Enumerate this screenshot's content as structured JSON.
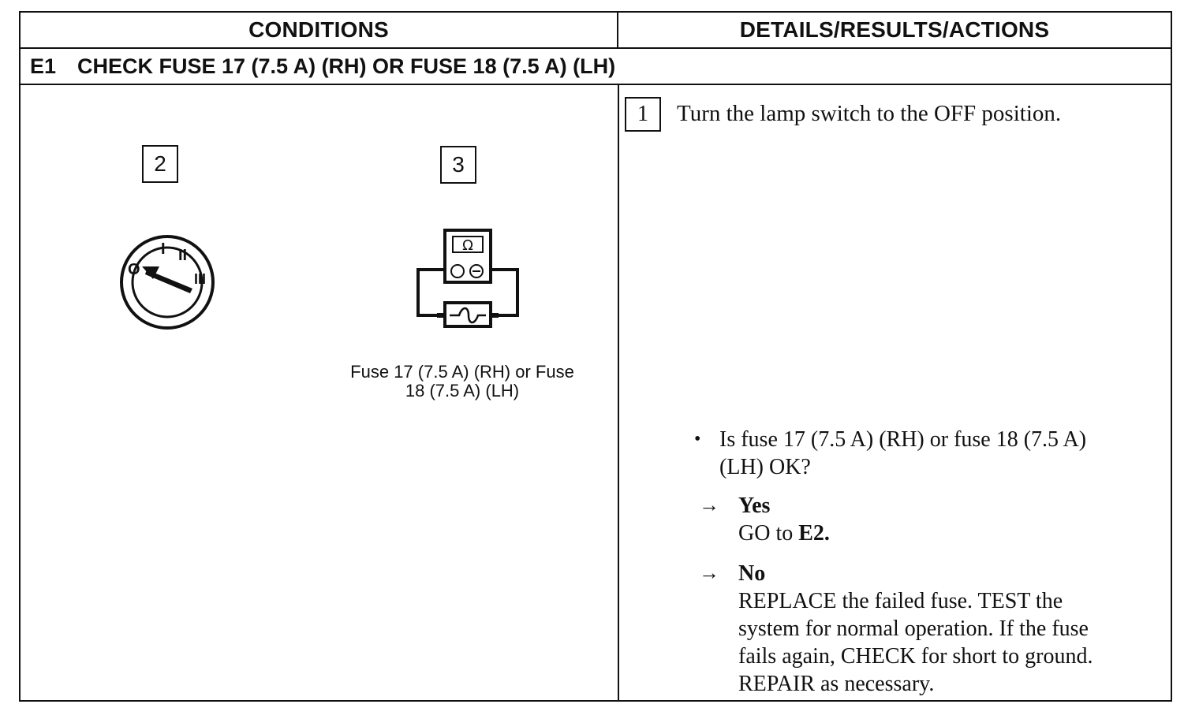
{
  "header": {
    "conditions": "CONDITIONS",
    "details": "DETAILS/RESULTS/ACTIONS"
  },
  "step": {
    "code": "E1",
    "title": "CHECK FUSE 17 (7.5 A) (RH) OR FUSE 18 (7.5 A) (LH)"
  },
  "left": {
    "box2": "2",
    "box3": "3",
    "switch_marks": [
      "O",
      "I",
      "II",
      "III"
    ],
    "meter_symbol": "Ω",
    "caption_line1": "Fuse 17 (7.5 A) (RH) or Fuse",
    "caption_line2": "18 (7.5 A) (LH)"
  },
  "right": {
    "box1": "1",
    "instruction": "Turn the lamp switch to the OFF position.",
    "bullet": "•",
    "question_line1": "Is fuse 17 (7.5 A) (RH) or fuse 18 (7.5 A)",
    "question_line2": "(LH) OK?",
    "arrow": "→",
    "yes_label": "Yes",
    "yes_text": "GO to",
    "yes_target": "E2.",
    "no_label": "No",
    "no_line1": "REPLACE the failed fuse. TEST the",
    "no_line2": "system for normal operation. If the fuse",
    "no_line3": "fails again, CHECK for short to ground.",
    "no_line4": "REPAIR as necessary."
  }
}
